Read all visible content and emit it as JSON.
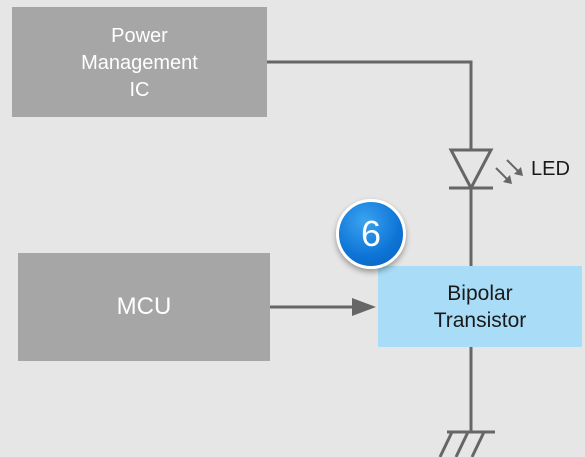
{
  "blocks": {
    "pmic": "Power\nManagement\nIC",
    "mcu": "MCU",
    "transistor": "Bipolar\nTransistor"
  },
  "labels": {
    "led": "LED",
    "step_number": "6"
  },
  "colors": {
    "background": "#e6e6e6",
    "block_gray": "#a6a6a6",
    "transistor_fill": "#a9dcf6",
    "badge_blue": "#0d74d6",
    "wire": "#666666"
  },
  "icons": {
    "led": "led-diode-symbol",
    "ground": "ground-symbol",
    "arrow": "arrow-right-icon"
  }
}
